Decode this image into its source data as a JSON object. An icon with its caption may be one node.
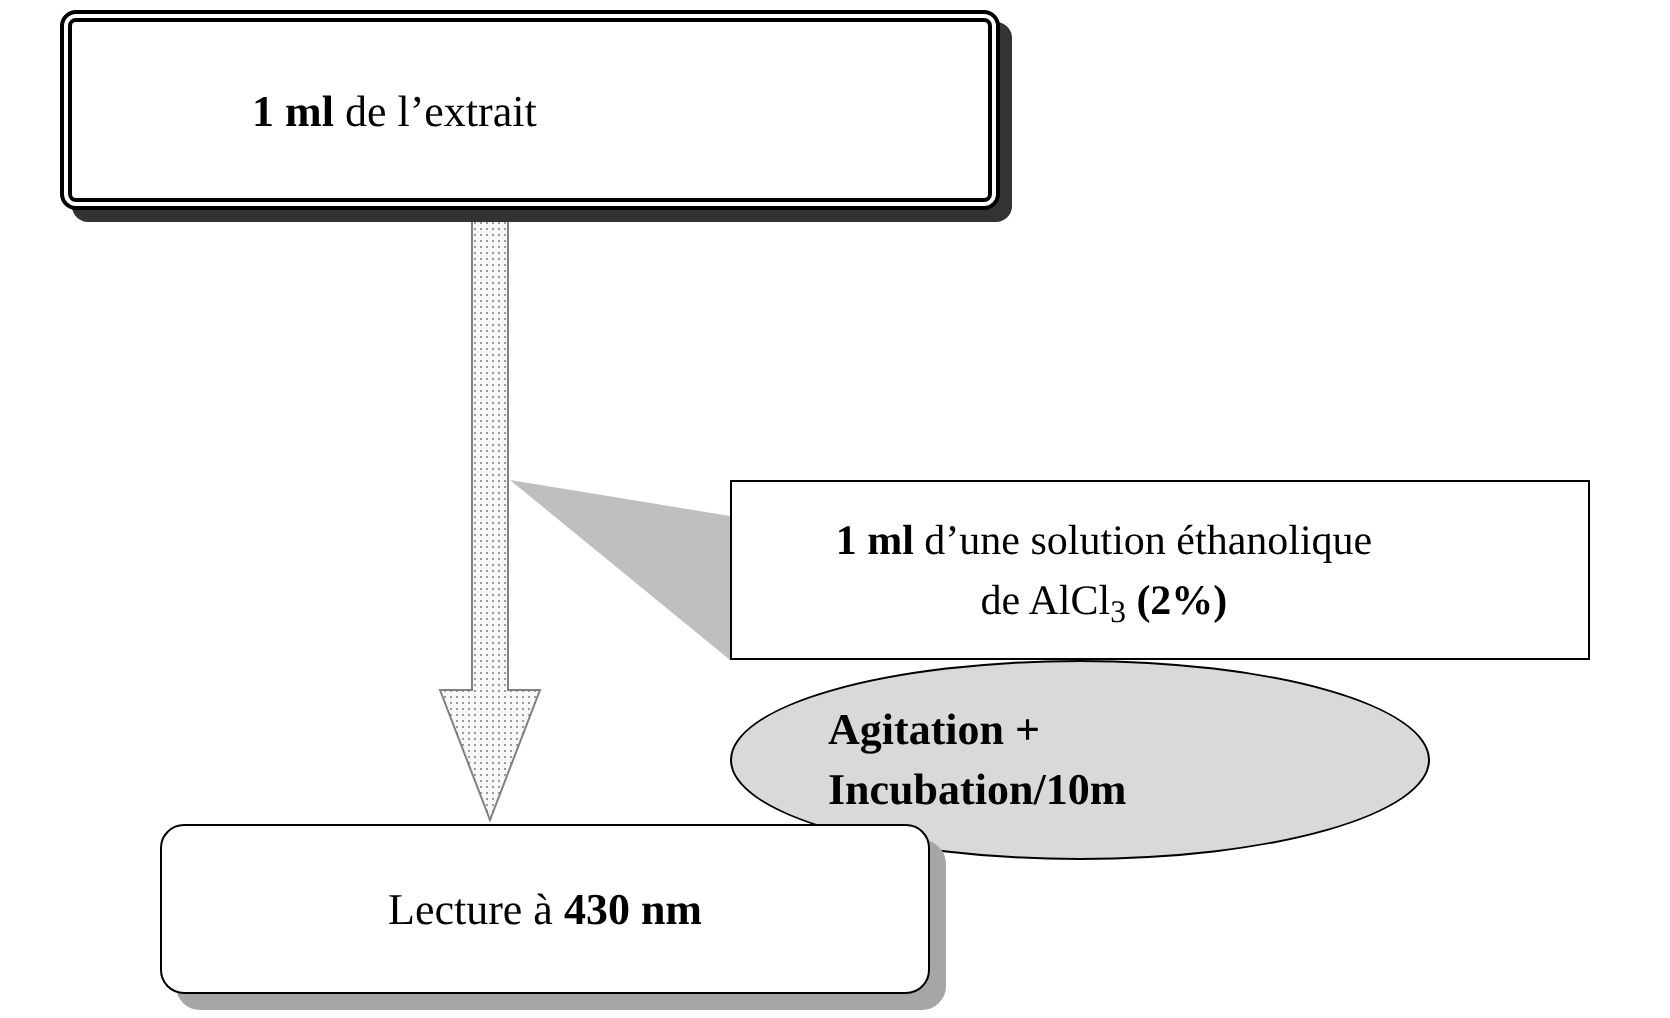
{
  "diagram": {
    "nodes": [
      {
        "text": [
          "**1 ml** de l’extrait"
        ]
      },
      {
        "text": [
          "**1  ml** d’une solution éthanolique de AlCl$_{3}$ **(2%)**"
        ]
      },
      {
        "text": [
          "Agitation + Incubation/10m"
        ]
      },
      {
        "text": [
          "Lecture à **430 nm**"
        ]
      }
    ],
    "edges": [
      {
        "from": 0,
        "to": 3,
        "arrow": "to"
      },
      {
        "from": 1,
        "to": null,
        "arrow": "to"
      }
    ]
  }
}
